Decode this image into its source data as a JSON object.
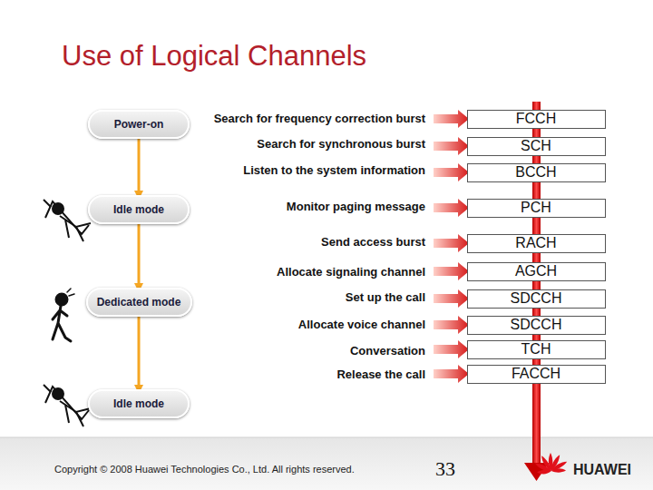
{
  "diagram": {
    "title": "Use of Logical Channels",
    "nodes": [
      {
        "text": [
          "Power-on"
        ]
      },
      {
        "text": [
          "Idle mode"
        ]
      },
      {
        "text": [
          "Dedicated mode"
        ]
      },
      {
        "text": [
          "Idle mode"
        ]
      },
      {
        "text": [
          "FCCH"
        ]
      },
      {
        "text": [
          "SCH"
        ]
      },
      {
        "text": [
          "BCCH"
        ]
      },
      {
        "text": [
          "PCH"
        ]
      },
      {
        "text": [
          "RACH"
        ]
      },
      {
        "text": [
          "AGCH"
        ]
      },
      {
        "text": [
          "SDCCH"
        ]
      },
      {
        "text": [
          "SDCCH"
        ]
      },
      {
        "text": [
          "TCH"
        ]
      },
      {
        "text": [
          "FACCH"
        ]
      }
    ],
    "edges": [
      {
        "from": 0,
        "to": 1,
        "arrow": "to"
      },
      {
        "from": 1,
        "to": 2,
        "arrow": "to"
      },
      {
        "from": 2,
        "to": 3,
        "arrow": "to"
      }
    ],
    "labels": [
      "Search for frequency correction burst",
      "Search for synchronous burst",
      "Listen to the system information",
      "Monitor paging message",
      "Send access burst",
      "Allocate signaling channel",
      "Set up the call",
      "Allocate voice channel",
      "Conversation",
      "Release the call",
      "Copyright © 2008 Huawei Technologies Co., Ltd. All rights reserved.",
      "33",
      "HUAWEI"
    ]
  }
}
